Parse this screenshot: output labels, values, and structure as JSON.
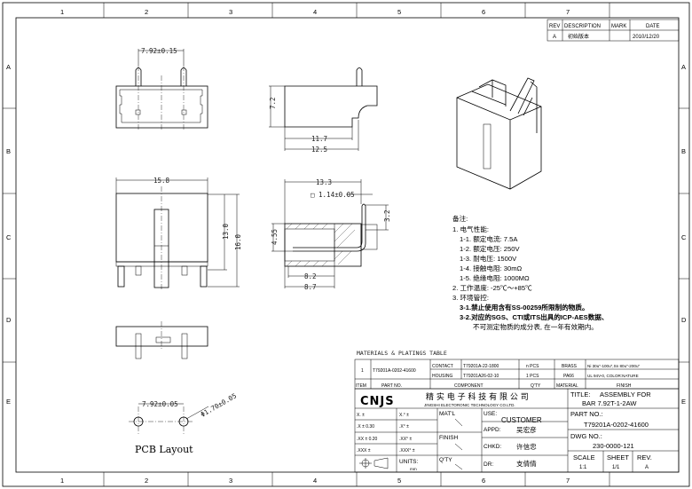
{
  "border": {
    "columns": [
      "1",
      "2",
      "3",
      "4",
      "5",
      "6",
      "7"
    ],
    "rows": [
      "A",
      "B",
      "C",
      "D",
      "E"
    ]
  },
  "revision_table": {
    "headers": [
      "REV",
      "DESCRIPTION",
      "MARK",
      "DATE"
    ],
    "rows": [
      {
        "rev": "A",
        "description": "初始版本",
        "mark": "",
        "date": "2010/12/20"
      }
    ]
  },
  "dimensions": {
    "pitch": "7.92±0.15",
    "height_side": "7.2",
    "len_11_7": "11.7",
    "len_12_5": "12.5",
    "width": "15.8",
    "h_13_0": "13.0",
    "h_16_0": "16.0",
    "depth": "13.3",
    "pin_sq": "□ 1.14±0.05",
    "h_3_2": "3.2",
    "h_4_55": "4.55",
    "len_8_2": "8.2",
    "len_8_7": "8.7",
    "pcb_pitch": "7.92±0.05",
    "hole": "Φ1.70±0.05"
  },
  "pcb_label": "PCB Layout",
  "notes": {
    "title": "备注:",
    "lines": [
      "1. 电气性能:",
      "1-1. 额定电流: 7.5A",
      "1-2. 额定电压: 250V",
      "1-3. 耐电压: 1500V",
      "1-4. 接触电阻: 30mΩ",
      "1-5. 绝缘电阻: 1000MΩ",
      "2. 工作温度: -25℃～+85℃",
      "3. 环境管控:",
      "3-1.禁止使用含有SS-00259所限制的物质。",
      "3-2.对应的SGS、CTI或ITS出具的ICP-AES数据、",
      "不可测定物质的成分表, 在一年有效期内。"
    ]
  },
  "materials_table": {
    "title": "MATERIALS & PLATINGS TABLE",
    "item": "1",
    "part_no": "T79201A-0202-41600",
    "rows": [
      {
        "component": "CONTACT",
        "code": "T79201A-22-1800",
        "qty": "n PCS",
        "material": "BRASS",
        "finish": "Ni 30u\"-100u\",Sn 80u\"-200u\""
      },
      {
        "component": "HOUSING",
        "code": "T79201A26-02-10",
        "qty": "1 PCS",
        "material": "PA66",
        "finish": "UL 94V-0, COLOR:NATURE"
      }
    ],
    "headers": [
      "ITEM",
      "PART NO.",
      "COMPONENT",
      "Q'TY",
      "MATERIAL",
      "FINISH"
    ]
  },
  "title_block": {
    "logo": "CNJS",
    "company_cn": "精 实 电 子 科 技 有 限 公 司",
    "company_en": "JINGSHI ELECTORONIC TECHNOLOGY CO.LTD.",
    "title_label": "TITLE:",
    "title_1": "ASSEMBLY FOR",
    "title_2": "BAR 7.92T-1-2AW",
    "tolerances": [
      "X.  ±",
      "X.° ±",
      ".X  ± 0.30",
      ".X° ±",
      ".XX  ± 0.20",
      ".XX° ±",
      ".XXX  ±",
      ".XXX° ±"
    ],
    "units_label": "UNITS:",
    "units": "mm",
    "matl_label": "MAT'L",
    "finish_label": "FINISH",
    "qty_label": "Q'TY",
    "use_label": "USE:",
    "use": "CUSTOMER",
    "appd_label": "APPD:",
    "appd": "吴宏彦",
    "chkd_label": "CHKD:",
    "chkd": "许信忠",
    "dr_label": "DR:",
    "dr": "支倩倩",
    "part_no_label": "PART NO.:",
    "part_no": "T79201A-0202-41600",
    "dwg_no_label": "DWG NO.:",
    "dwg_no": "230-0000-121",
    "scale_label": "SCALE",
    "scale": "1:1",
    "sheet_label": "SHEET",
    "sheet": "1/1",
    "rev_label": "REV.",
    "rev": "A"
  }
}
